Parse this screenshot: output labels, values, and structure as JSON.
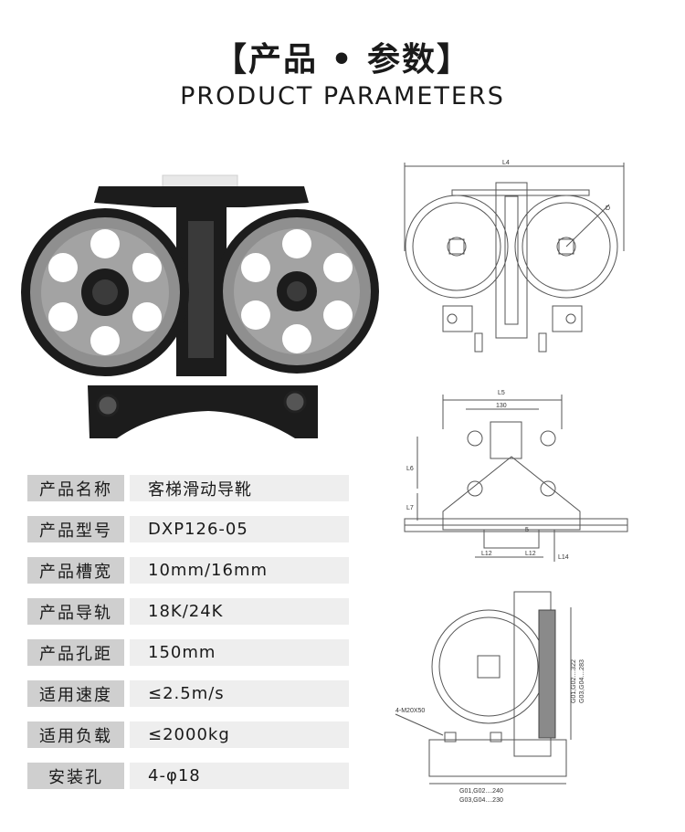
{
  "header": {
    "title_cn": "【产品 • 参数】",
    "title_en": "PRODUCT PARAMETERS"
  },
  "params": [
    {
      "label": "产品名称",
      "value": "客梯滑动导靴"
    },
    {
      "label": "产品型号",
      "value": "DXP126-05"
    },
    {
      "label": "产品槽宽",
      "value": "10mm/16mm"
    },
    {
      "label": "产品导轨",
      "value": "18K/24K"
    },
    {
      "label": "产品孔距",
      "value": "150mm"
    },
    {
      "label": "适用速度",
      "value": "≤2.5m/s"
    },
    {
      "label": "适用负载",
      "value": "≤2000kg"
    },
    {
      "label": "安装孔",
      "value": "4-φ18"
    }
  ],
  "drawing_labels": {
    "top_l4": "L4",
    "top_d": "D",
    "mid_l5": "L5",
    "mid_130": "130",
    "mid_l6": "L6",
    "mid_l7": "L7",
    "mid_l12a": "L12",
    "mid_l12b": "L12",
    "mid_l14": "L14",
    "mid_5": "5",
    "bot_bolt": "4-M20X50",
    "bot_g12": "G01,G02....322",
    "bot_g34": "G03,G04....283",
    "bot_g12_base": "G01,G02....240",
    "bot_g34_base": "G03,G04....230"
  },
  "colors": {
    "label_bg": "#cfcfcf",
    "value_bg": "#eeeeee",
    "wheel": "#8f8f8f",
    "frame": "#1c1c1c"
  }
}
